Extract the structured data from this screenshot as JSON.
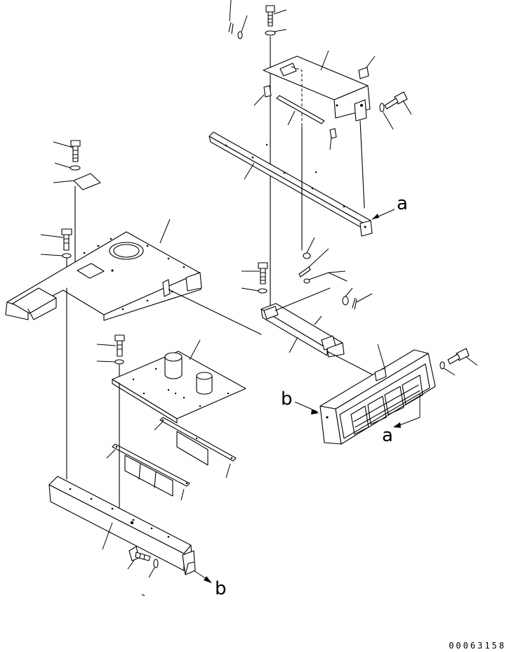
{
  "callouts": {
    "a_top": "a",
    "a_bottom": "a",
    "b_left": "b",
    "b_bottom": "b"
  },
  "serial": "00063158"
}
